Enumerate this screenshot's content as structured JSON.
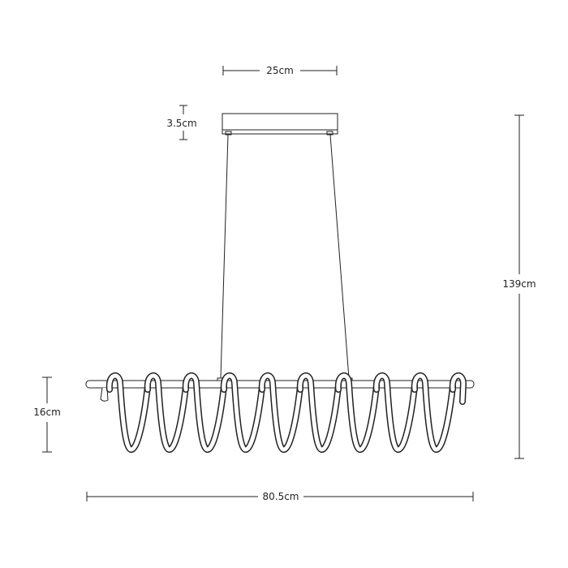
{
  "dimensions": {
    "canopy_width": "25cm",
    "canopy_height": "3.5cm",
    "total_height": "139cm",
    "fixture_height": "16cm",
    "fixture_width": "80.5cm"
  },
  "colors": {
    "line": "#222222",
    "background": "#ffffff"
  }
}
